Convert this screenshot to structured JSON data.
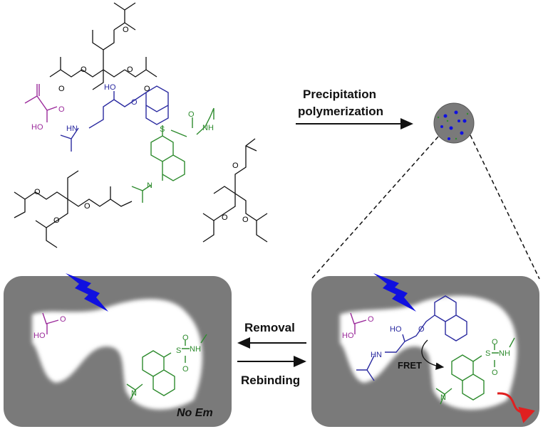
{
  "labels": {
    "process": [
      "Precipitation",
      "polymerization"
    ],
    "removal": "Removal",
    "rebinding": "Rebinding",
    "no_emission": "No Em",
    "fret": "FRET"
  },
  "atoms": {
    "O": "O",
    "HO": "HO",
    "OH": "HO",
    "NH": "NH",
    "HN": "HN",
    "S": "S",
    "N": "N"
  },
  "colors": {
    "template": "#2a2aa0",
    "monomer_acid": "#9b2b9b",
    "fluorophore": "#2e8b2e",
    "emission": "#e02020",
    "polymer": "#7a7a7a",
    "excitation": "#1010e0"
  }
}
